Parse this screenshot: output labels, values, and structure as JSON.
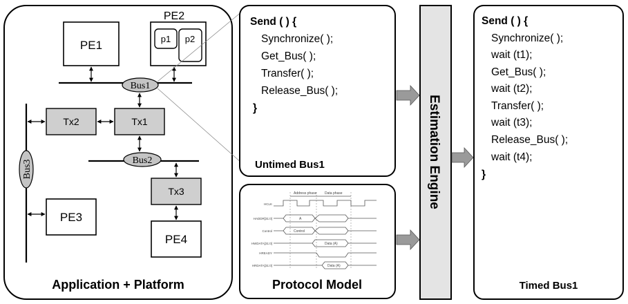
{
  "colors": {
    "stroke": "#000000",
    "fill_gray": "#cfcfcf",
    "bus_gray": "#c4c4c4",
    "arrow_gray": "#9a9a9a",
    "engine_gray": "#e4e4e4"
  },
  "platform": {
    "caption": "Application + Platform",
    "pe1": "PE1",
    "pe2": "PE2",
    "p1": "p1",
    "p2": "p2",
    "pe3": "PE3",
    "pe4": "PE4",
    "bus1": "Bus1",
    "bus2": "Bus2",
    "bus3": "Bus3",
    "tx1": "Tx1",
    "tx2": "Tx2",
    "tx3": "Tx3"
  },
  "untimed": {
    "caption": "Untimed Bus1",
    "lines": [
      "Send ( ) {",
      "Synchronize( );",
      "Get_Bus( );",
      "Transfer( );",
      "Release_Bus( );",
      "}"
    ]
  },
  "protocol": {
    "caption": "Protocol Model",
    "phase_address": "Address phase",
    "phase_data": "Data phase",
    "signals": [
      "HCLK",
      "HADDR[31:0]",
      "Control",
      "HWDATA[31:0]",
      "HREADY",
      "HRDATA[31:0]"
    ],
    "values": [
      "A",
      "Control",
      "Data (A)",
      "Data (A)"
    ]
  },
  "engine": {
    "label": "Estimation Engine"
  },
  "timed": {
    "caption": "Timed Bus1",
    "lines": [
      "Send ( ) {",
      "Synchronize( );",
      "wait (t1);",
      "Get_Bus( );",
      "wait (t2);",
      "Transfer( );",
      "wait (t3);",
      "Release_Bus( );",
      "wait (t4);",
      "}"
    ]
  }
}
